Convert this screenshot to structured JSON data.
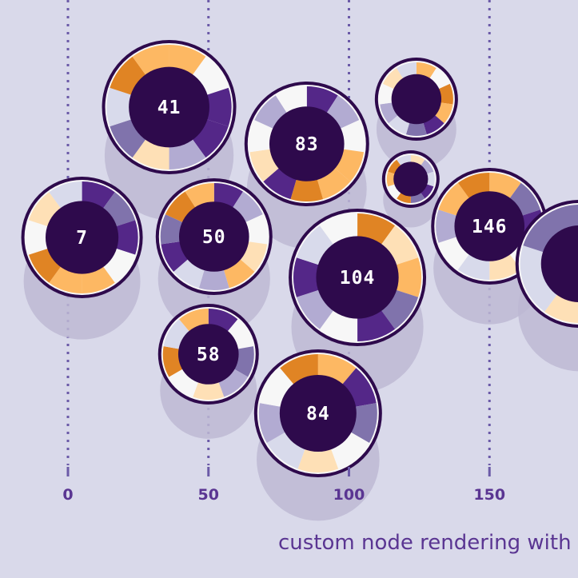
{
  "caption": "custom node rendering with",
  "colors": {
    "background": "#d9d9ea",
    "axis": "#6b5aa8",
    "node_core": "#2e0a4c",
    "shadow": "#bdb9d3",
    "ring_white": "#f7f7f7"
  },
  "palette": [
    "#e08424",
    "#fdb863",
    "#fee0b6",
    "#f7f7f7",
    "#d8daeb",
    "#b2abd2",
    "#8073ac",
    "#542788"
  ],
  "chart_data": {
    "type": "scatter",
    "marker": "donut node",
    "x_ticks": [
      "0",
      "50",
      "100",
      "150"
    ],
    "xlim": [
      0,
      180
    ],
    "grid": true,
    "nodes": [
      {
        "label": "41",
        "x": 36,
        "r": 84,
        "slices": [
          1,
          3,
          7,
          7,
          5,
          2,
          6,
          4,
          0,
          1
        ]
      },
      {
        "label": "83",
        "x": 85,
        "r": 78,
        "slices": [
          7,
          5,
          3,
          1,
          1,
          0,
          7,
          2,
          3,
          5,
          3
        ]
      },
      {
        "label": "",
        "x": 124,
        "r": 52,
        "slices": [
          1,
          3,
          0,
          1,
          7,
          6,
          4,
          5,
          3,
          2,
          4
        ]
      },
      {
        "label": "",
        "x": 122,
        "r": 36,
        "slices": [
          2,
          5,
          4,
          7,
          6,
          0,
          3,
          1,
          0,
          4
        ]
      },
      {
        "label": "7",
        "x": 5,
        "r": 76,
        "slices": [
          7,
          6,
          7,
          3,
          1,
          1,
          0,
          3,
          2,
          4
        ]
      },
      {
        "label": "50",
        "x": 52,
        "r": 73,
        "slices": [
          7,
          5,
          3,
          2,
          1,
          5,
          4,
          7,
          6,
          0,
          1
        ]
      },
      {
        "label": "104",
        "x": 103,
        "r": 86,
        "slices": [
          0,
          2,
          1,
          6,
          7,
          3,
          5,
          7,
          4,
          3
        ]
      },
      {
        "label": "146",
        "x": 150,
        "r": 73,
        "slices": [
          1,
          6,
          7,
          3,
          2,
          4,
          3,
          5,
          1,
          0
        ]
      },
      {
        "label": "58",
        "x": 50,
        "r": 63,
        "slices": [
          7,
          3,
          6,
          5,
          2,
          3,
          0,
          4,
          1
        ]
      },
      {
        "label": "84",
        "x": 89,
        "r": 80,
        "slices": [
          1,
          7,
          6,
          3,
          2,
          4,
          5,
          3,
          0
        ]
      },
      {
        "label": "",
        "x": 182,
        "r": 80,
        "slices": [
          7,
          1,
          2,
          4,
          6
        ]
      }
    ]
  }
}
